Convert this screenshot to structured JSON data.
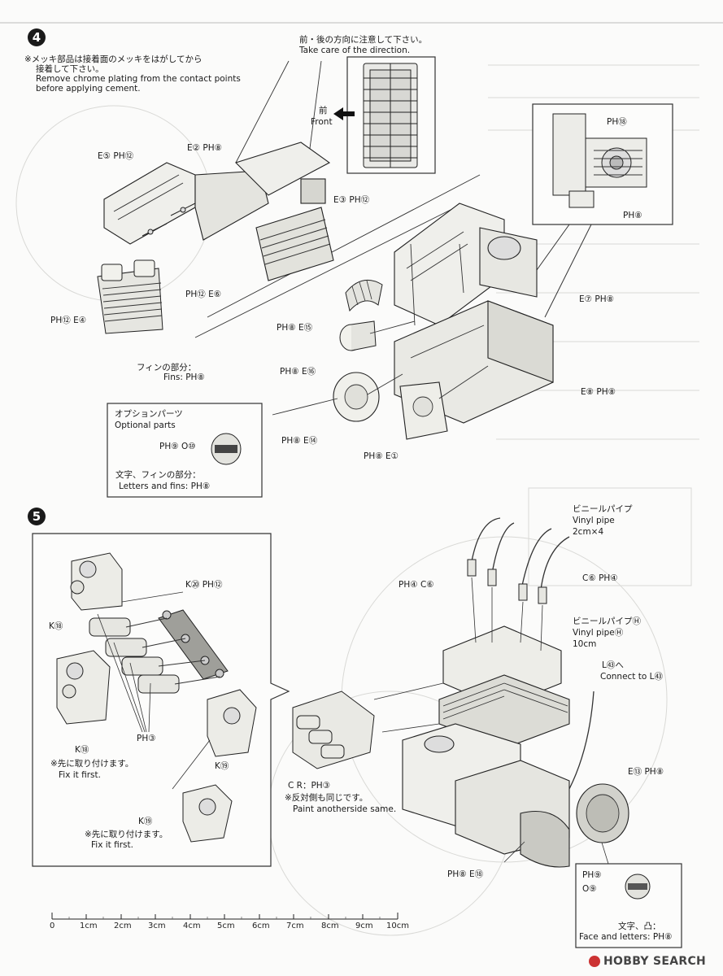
{
  "steps": {
    "s4": "4",
    "s5": "5"
  },
  "step4": {
    "note_jp_1": "※メッキ部品は接着面のメッキをはがしてから",
    "note_jp_2": "接着して下さい。",
    "note_en_1": "Remove chrome plating from the contact points",
    "note_en_2": "before applying cement.",
    "direction_jp": "前・後の方向に注意して下さい。",
    "direction_en": "Take care of the direction.",
    "front_jp": "前",
    "front_en": "Front",
    "labels": {
      "e5": "E⑤ PH⑫",
      "e2": "E② PH⑧",
      "e3": "E③ PH⑫",
      "e6": "PH⑫ E⑥",
      "e4": "PH⑫ E④",
      "e15": "PH⑧ E⑮",
      "e16": "PH⑧ E⑯",
      "e14": "PH⑧ E⑭",
      "e1": "PH⑧ E①",
      "e7": "E⑦ PH⑧",
      "e8": "E⑧ PH⑧",
      "ph18": "PH⑱",
      "ph8": "PH⑧"
    },
    "fins_jp": "フィンの部分：",
    "fins_en": "Fins: PH⑧",
    "option_title_jp": "オプションパーツ",
    "option_title_en": "Optional parts",
    "option_part": "PH⑨ O⑩",
    "option_letters_jp": "文字、フィンの部分：",
    "option_letters_en": "Letters and fins: PH⑧"
  },
  "step5": {
    "vinyl_jp": "ビニールパイプ",
    "vinyl_en": "Vinyl pipe",
    "vinyl_size": "2cm×4",
    "c6_left": "PH④ C⑥",
    "c6_right": "C⑥ PH④",
    "vinylh_jp": "ビニールパイプⒽ",
    "vinylh_en": "Vinyl pipeⒽ",
    "vinylh_size": "10cm",
    "l43_jp": "L㊸へ",
    "l43_en": "Connect to L㊸",
    "k20": "K⑳ PH⑫",
    "k18a": "K⑱",
    "k18b": "K⑱",
    "k19a": "K⑲",
    "k19b": "K⑲",
    "ph3": "PH③",
    "first_jp": "※先に取り付けます。",
    "first_en": "Fix it first.",
    "first2_jp": "※先に取り付けます。",
    "first2_en": "Fix it first.",
    "cr": "C R：PH③",
    "paint_jp": "※反対側も同じです。",
    "paint_en": "Paint anotherside same.",
    "e13": "E⑬ PH⑧",
    "e18": "PH⑧ E⑱",
    "cover_ph9": "PH⑨",
    "cover_o9": "O⑨",
    "cover_jp": "文字、凸：",
    "cover_en": "Face and letters: PH⑧"
  },
  "ruler": {
    "ticks": [
      "0",
      "1cm",
      "2cm",
      "3cm",
      "4cm",
      "5cm",
      "6cm",
      "7cm",
      "8cm",
      "9cm",
      "10cm"
    ]
  },
  "watermark": {
    "brand": "HOBBY SEARCH"
  }
}
